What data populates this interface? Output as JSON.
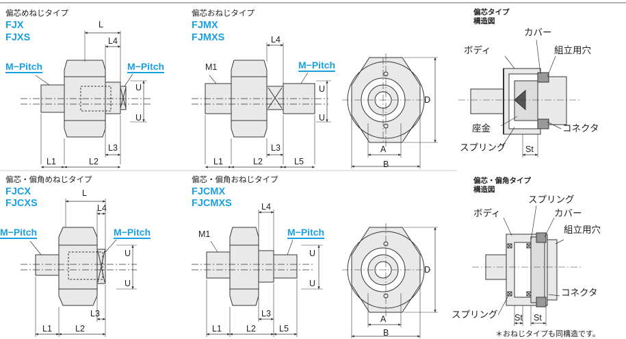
{
  "panels": {
    "top_left": {
      "subtitle": "偏芯めねじタイプ",
      "codes": [
        "FJX",
        "FJXS"
      ]
    },
    "top_mid": {
      "subtitle": "偏芯おねじタイプ",
      "codes": [
        "FJMX",
        "FJMXS"
      ]
    },
    "bottom_left": {
      "subtitle": "偏芯・偏角めねじタイプ",
      "codes": [
        "FJCX",
        "FJCXS"
      ]
    },
    "bottom_mid": {
      "subtitle": "偏芯・偏角おねじタイプ",
      "codes": [
        "FJCMX",
        "FJCMXS"
      ]
    }
  },
  "structure": {
    "top": {
      "title_line1": "偏芯タイプ",
      "title_line2": "構造図"
    },
    "bottom": {
      "title_line1": "偏芯・偏角タイプ",
      "title_line2": "構造図"
    }
  },
  "labels": {
    "pitch": "M−Pitch",
    "m1": "M1",
    "body": "ボディ",
    "cover": "カバー",
    "assembly_hole": "組立用穴",
    "connector": "コネクタ",
    "washer": "座金",
    "spring": "スプリング",
    "stroke": "St"
  },
  "dims": {
    "L": "L",
    "L1": "L1",
    "L2": "L2",
    "L3": "L3",
    "L4": "L4",
    "L5": "L5",
    "U": "U",
    "A": "A",
    "B": "B",
    "D": "D"
  },
  "note": "＊おねじタイプも同構造です。",
  "colors": {
    "accent": "#1aa0e0",
    "line": "#333333",
    "fill": "#e9e9e9",
    "dark": "#555555"
  }
}
